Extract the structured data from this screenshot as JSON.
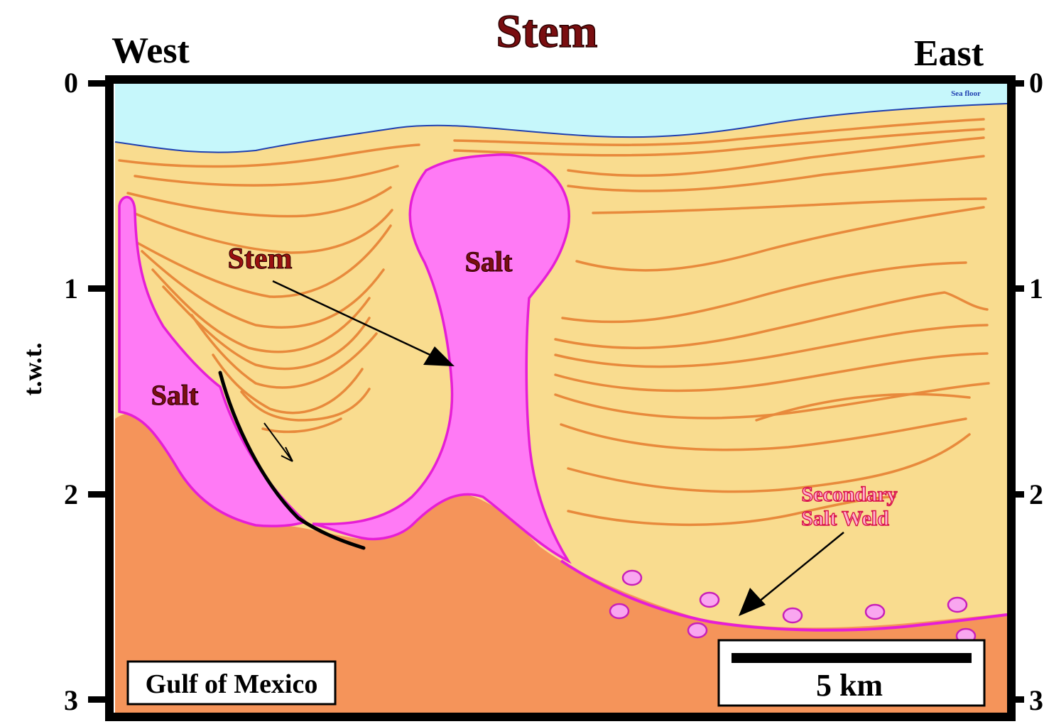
{
  "title": "Stem",
  "left_label": "West",
  "right_label": "East",
  "y_axis_label": "t.w.t.",
  "y_ticks": [
    "0",
    "1",
    "2",
    "3"
  ],
  "sea_floor_label": "Sea floor",
  "annotations": {
    "stem": "Stem",
    "salt_dome": "Salt",
    "salt_left": "Salt",
    "weld_line1": "Secondary",
    "weld_line2": "Salt Weld"
  },
  "location_box": "Gulf of Mexico",
  "scale_bar": "5 km",
  "colors": {
    "water": "#c6f7fb",
    "sediment": "#f9dc8f",
    "basement": "#f5945a",
    "salt": "#ff7af5",
    "salt_edge": "#e61ed6",
    "horizon": "#e88a3c",
    "title": "#7a0e10",
    "weld_text": "#ff6aa0"
  }
}
